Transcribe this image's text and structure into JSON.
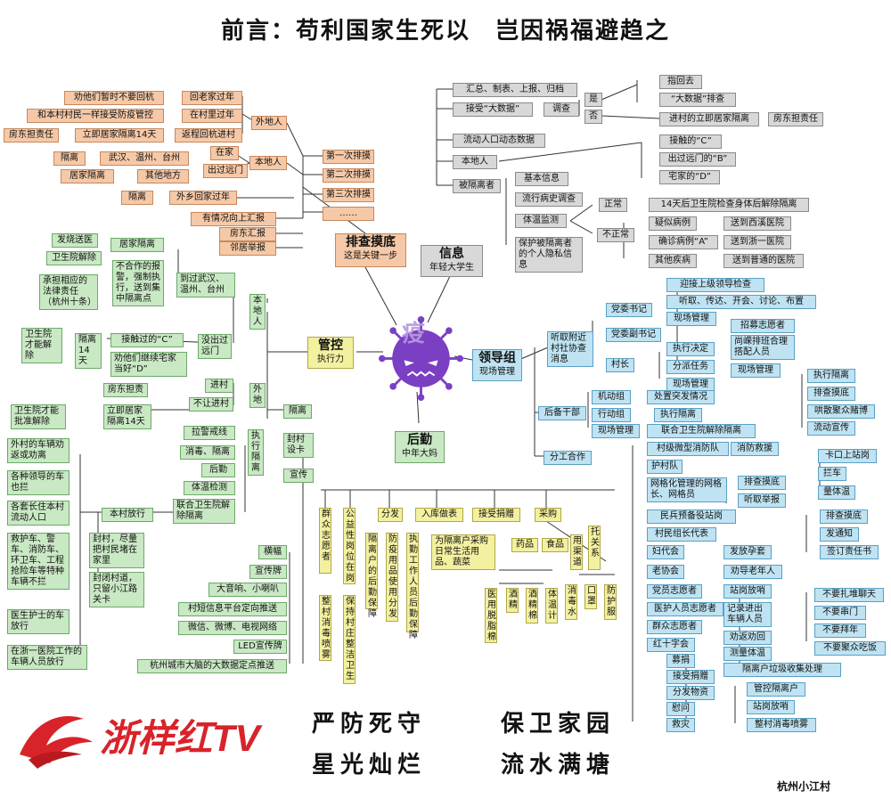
{
  "title": "前言：苟利国家生死以　岂因祸福避趋之",
  "credit": "杭州小江村",
  "logo": {
    "text": "浙样红TV",
    "color": "#d8232a"
  },
  "slogan": {
    "l1a": "严防死守",
    "l1b": "保卫家园",
    "l2a": "星光灿烂",
    "l2b": "流水满塘"
  },
  "center": {
    "text": "疫"
  },
  "colors": {
    "orange": "#f5c9a8",
    "green": "#c9e8c4",
    "blue": "#bfe3f2",
    "yellow": "#f3f0a0",
    "gray": "#d8d8d8"
  },
  "hubs": {
    "paicha": {
      "title": "排查摸底",
      "sub": "这是关键一步"
    },
    "xinxi": {
      "title": "信息",
      "sub": "年轻大学生"
    },
    "guankong": {
      "title": "管控",
      "sub": "执行力"
    },
    "lingdao": {
      "title": "领导组",
      "sub": "现场管理"
    },
    "houqin": {
      "title": "后勤",
      "sub": "中年大妈"
    }
  },
  "paicha": {
    "rounds": [
      "第一次排摸",
      "第二次排摸",
      "第三次排摸",
      "……"
    ],
    "report": [
      "有情况向上汇报",
      "房东汇报",
      "邻居举报"
    ],
    "waidi": "外地人",
    "waidi_items": [
      {
        "a": "劝他们暂时不要回杭",
        "b": "回老家过年"
      },
      {
        "a": "和本村村民一样接受防疫管控",
        "b": "在村里过年"
      },
      {
        "c": "房东担责任",
        "a": "立即居家隔离14天",
        "b": "返程回杭进村"
      }
    ],
    "bendi": "本地人",
    "zaijia": "在家",
    "chuyuanmen": "出过远门",
    "wuhan": {
      "a": "隔离",
      "b": "武汉、温州、台州"
    },
    "qita": {
      "a": "居家隔离",
      "b": "其他地方"
    },
    "waixiang": {
      "a": "隔离",
      "b": "外乡回家过年"
    }
  },
  "xinxi": {
    "huizong": "汇总、制表、上报、归档",
    "dashuju": "接受“大数据”",
    "diaocha": "调查",
    "shi": "是",
    "fou": "否",
    "shi_items": [
      "指回去",
      "“大数据”排查"
    ],
    "fou_a": "进村的立即居家隔离",
    "fou_b": "房东担责任",
    "liudong": "流动人口动态数据",
    "bendi": "本地人",
    "bendi_items": [
      "接触的“C”",
      "出过远门的“B”",
      "宅家的“D”"
    ],
    "geli": "被隔离者",
    "geli_items": [
      "基本信息",
      "流行病史调查",
      "体温监测",
      "保护被隔离者的个人隐私信息"
    ],
    "zhengchang": "正常",
    "zhengchang_r": "14天后卫生院检查身体后解除隔离",
    "buzhengchang": "不正常",
    "bzc": [
      {
        "a": "疑似病例",
        "b": "送到西溪医院"
      },
      {
        "a": "确诊病例“A”",
        "b": "送到浙一医院"
      },
      {
        "a": "其他疾病",
        "b": "送到普通的医院"
      }
    ]
  },
  "guankong": {
    "bendi": "本地人",
    "daoguo": "到过武汉、温州、台州",
    "bujia": "不合作的报警，强制执行，送到集中隔离点",
    "fashao": "发烧送医",
    "weisheng1": "卫生院解除",
    "jujia": "居家隔离",
    "falv": "承担相应的法律责任（杭州十条）",
    "meiyou": "没出过远门",
    "jiechu": "接触过的“C”",
    "weisheng2": "卫生院才能解除",
    "geli14": "隔离14天",
    "dong": "劝他们继续宅家当好“D”",
    "waidi": "外地",
    "jincun": "进村",
    "burang": "不让进村",
    "fangdong": "房东担责",
    "lijigeli": "立即居家隔离14天",
    "weisheng3": "卫生院才能批准解除",
    "geli": "隔离",
    "zhixing": "执行隔离",
    "zx_items": [
      "拉警戒线",
      "消毒、隔离",
      "后勤",
      "体温检测",
      "联合卫生院解除隔离"
    ],
    "fengcun": "封村设卡",
    "fangxing": "本村放行",
    "fx_items": [
      "外村的车辆劝返或劝离",
      "各种领导的车也拦",
      "各套长住本村流动人口",
      "救护车、警车、消防车、环卫车、工程抢险车等特种车辆不拦",
      "医生护士的车放行",
      "在浙一医院工作的车辆人员放行"
    ],
    "fengcun2": "封村，尽量把村民堵在家里",
    "guanka": "封闭村道，只留小江路关卡",
    "xuanchuan": "宣传",
    "xc_items": [
      "横幅",
      "宣传牌",
      "大音响、小喇叭",
      "村短信息平台定向推送",
      "微信、微博、电视网络",
      "LED宣传牌",
      "杭州城市大脑的大数据定点推送"
    ]
  },
  "houqin": {
    "cols": [
      "群众志愿者",
      "公益性岗位在岗",
      "分发",
      "入库做表",
      "接受捐赠",
      "采购"
    ],
    "c1": "整村消毒喷雾",
    "c2": "保持村庄整洁卫生",
    "fenfa": [
      "隔离户的后勤保障",
      "防疫用品使用分发",
      "执勤工作人员后勤保障"
    ],
    "caigou_a": "为隔离户采购日常生活用品、蔬菜",
    "yaopin": "药品",
    "shipin": "食品",
    "yongqu": "用渠道",
    "tuo": "托关系",
    "yp_items": [
      "医用脱脂棉",
      "酒精",
      "酒精棉",
      "体温计"
    ],
    "qd_items": [
      "消毒水",
      "口罩",
      "防护服"
    ]
  },
  "lingdao": {
    "tingqu": "听取附近村社协查消息",
    "dangwei": "党委书记",
    "dw_items": [
      "迎接上级领导检查",
      "听取、传达、开会、讨论、布置",
      "现场管理"
    ],
    "fushuji": "党委副书记",
    "zhaomu": "招募志愿者",
    "shangqiao": "尚嵘排班合理搭配人员",
    "xianchang": "现场管理",
    "cunzhang": "村长",
    "cz_items": [
      "执行决定",
      "分派任务",
      "现场管理"
    ],
    "houbei": "后备干部",
    "hb": [
      {
        "a": "机动组",
        "b": "处置突发情况"
      },
      {
        "a": "行动组",
        "b": "执行隔离"
      },
      {
        "a": "现场管理",
        "b": "联合卫生院解除隔离"
      }
    ],
    "fengong": "分工合作",
    "xiaofang": "村级微型消防队",
    "xf_r": "消防救援",
    "hucun": "护村队",
    "hc_items": [
      "执行隔离",
      "排查摸底",
      "哄散聚众赌博",
      "流动宣传"
    ],
    "wangge": "网格化管理的网格长、网格员",
    "wg_items": [
      "排查摸底",
      "听取举报"
    ],
    "kk": [
      "卡口上站岗",
      "拦车",
      "量体温"
    ],
    "minbing": "民兵预备役站岗",
    "cunmin": "村民组长代表",
    "cm_items": [
      "排查摸底",
      "发通知",
      "签订责任书"
    ],
    "fudaihui": "妇代会",
    "fd_r": "发放孕套",
    "laoxie": "老协会",
    "lx_r": "劝导老年人",
    "dangyuan": "党员志愿者",
    "yihu": "医护人员志愿者",
    "qunzhong": "群众志愿者",
    "zgx": [
      "站岗放哨",
      "记录进出车辆人员",
      "劝返劝回",
      "测量体温",
      "隔离户垃圾收集处理"
    ],
    "bu": [
      "不要扎堆聊天",
      "不要串门",
      "不要拜年",
      "不要聚众吃饭"
    ],
    "hongshizi": "红十字会",
    "hsz_items": [
      "募捐",
      "接受捐赠",
      "分发物资",
      "慰问",
      "救灾"
    ],
    "hsz_r": [
      "管控隔离户",
      "站岗放哨",
      "整村消毒喷雾"
    ]
  }
}
